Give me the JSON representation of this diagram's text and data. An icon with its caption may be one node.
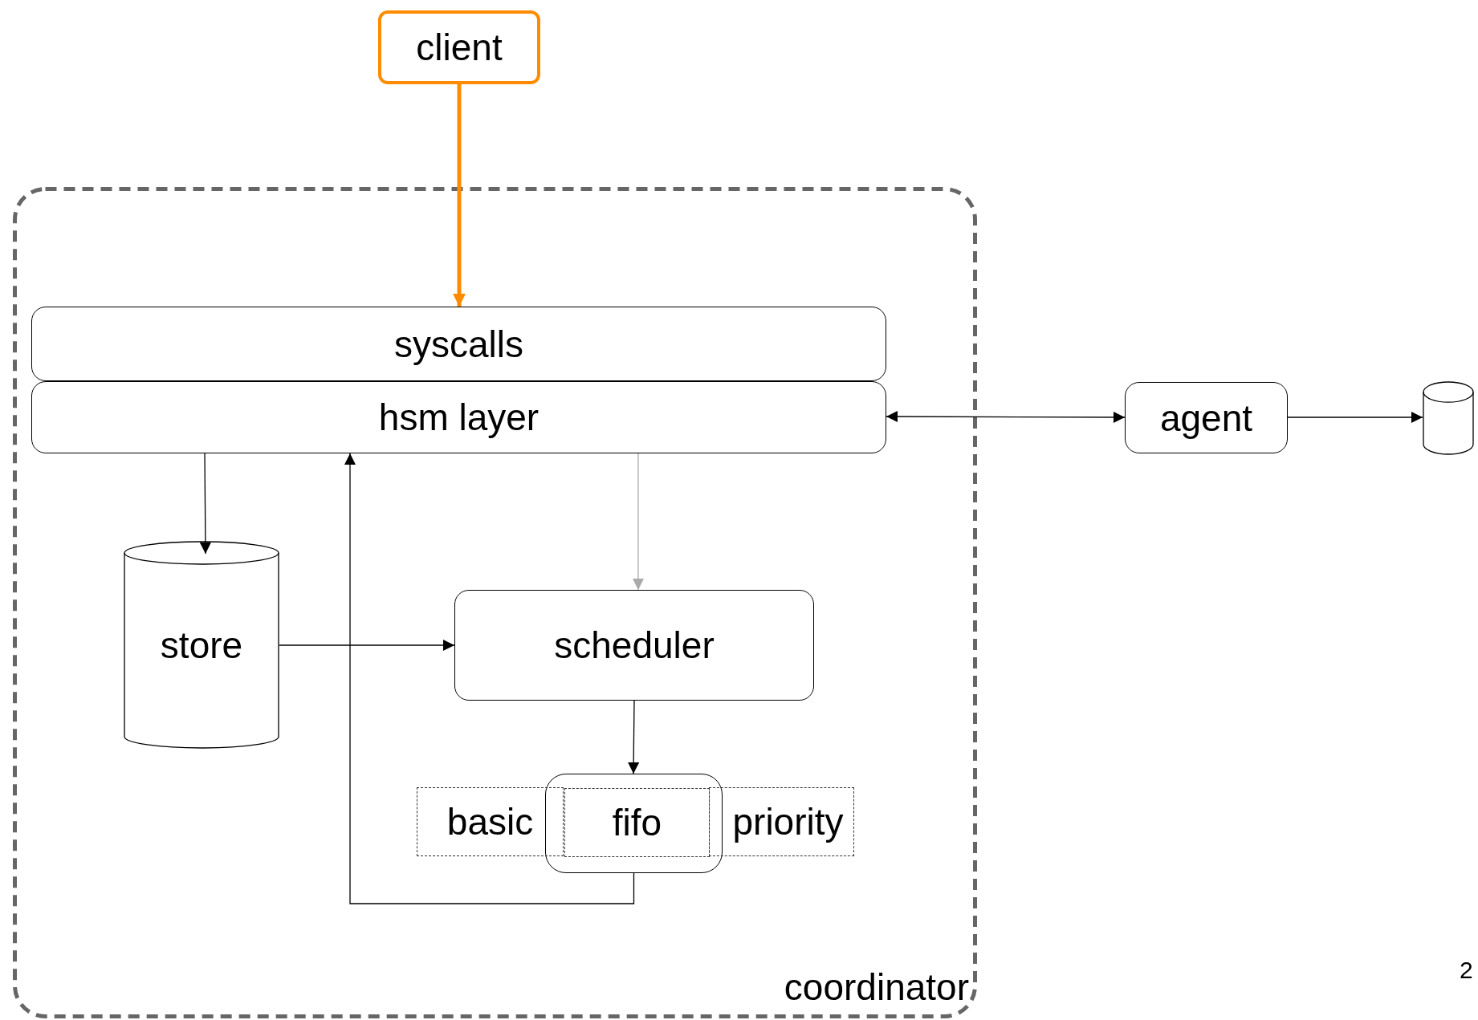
{
  "diagram": {
    "nodes": [
      {
        "text": [
          "client"
        ]
      },
      {
        "text": [
          "coordinator"
        ]
      },
      {
        "text": [
          "syscalls"
        ],
        "in": 1
      },
      {
        "text": [
          "hsm layer"
        ],
        "in": 1
      },
      {
        "text": [
          "store"
        ],
        "in": 1
      },
      {
        "text": [
          "scheduler"
        ],
        "in": 1
      },
      {
        "text": [],
        "shape": "box",
        "in": 1
      },
      {
        "text": [
          "basic"
        ],
        "in": 1
      },
      {
        "text": [
          "fifo"
        ],
        "in": 6
      },
      {
        "text": [
          "priority"
        ],
        "in": 1
      },
      {
        "text": [
          "agent"
        ]
      },
      {
        "text": [],
        "shape": "cylinder"
      }
    ],
    "edges": [
      {
        "from": 0,
        "to": 2,
        "arrow": "to",
        "style": "thick",
        "color": "#ff8c00"
      },
      {
        "from": 3,
        "to": 4,
        "arrow": "to"
      },
      {
        "from": 3,
        "to": 5,
        "arrow": "to",
        "color": "#aaaaaa"
      },
      {
        "from": 4,
        "to": 5,
        "arrow": "to"
      },
      {
        "from": 5,
        "to": 6,
        "arrow": "to"
      },
      {
        "from": 6,
        "to": 3,
        "arrow": "to"
      },
      {
        "from": 3,
        "to": 10,
        "arrow": "both"
      },
      {
        "from": 10,
        "to": 11,
        "arrow": "to"
      }
    ],
    "labels": [
      "2"
    ]
  }
}
